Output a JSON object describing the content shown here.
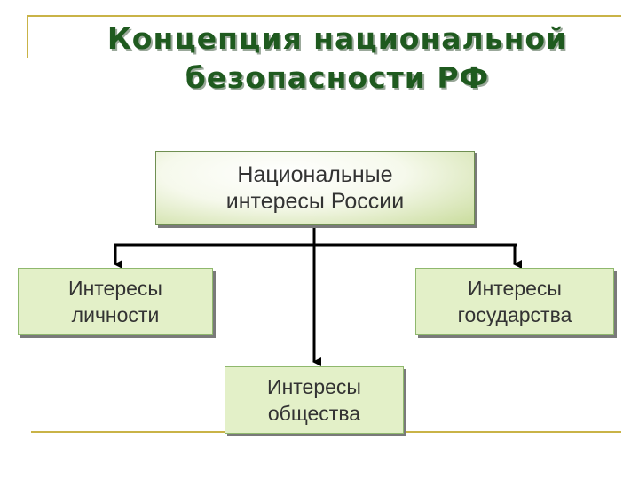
{
  "title": {
    "line1": "Концепция национальной",
    "line2": "безопасности РФ"
  },
  "diagram": {
    "root": {
      "line1": "Национальные",
      "line2": "интересы России"
    },
    "left": {
      "line1": "Интересы",
      "line2": "личности"
    },
    "right": {
      "line1": "Интересы",
      "line2": "государства"
    },
    "bottom": {
      "line1": "Интересы",
      "line2": "общества"
    }
  },
  "colors": {
    "title": "#1f5a1f",
    "frame": "#c9b347",
    "leaf_fill": "#e3f0c8",
    "connector": "#000000"
  }
}
